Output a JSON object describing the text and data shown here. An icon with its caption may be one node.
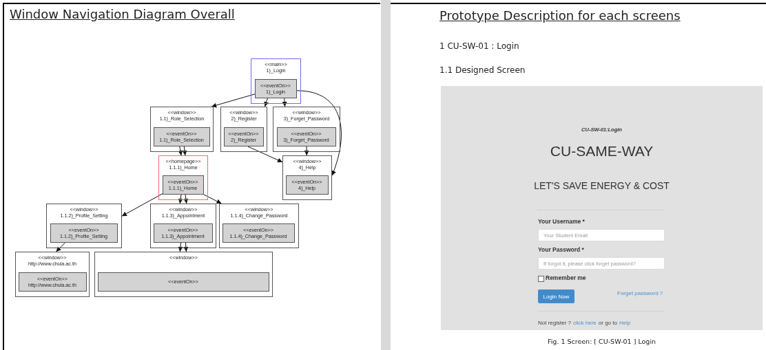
{
  "diagram": {
    "title": "Window Navigation Diagram Overall",
    "caption": "Fig. 1 Screen: [ CU-SW-01 ] Login",
    "nodes": [
      {
        "text": [
          "<<main>>",
          "1)_Login"
        ]
      },
      {
        "text": [
          "<<eventOn>>",
          "1)_Login"
        ],
        "in": 0
      },
      {
        "text": [
          "<<window>>",
          "1.1)_Role_Selection"
        ]
      },
      {
        "text": [
          "<<eventOn>>",
          "1.1)_Role_Selection"
        ],
        "in": 2
      },
      {
        "text": [
          "<<window>>",
          "2)_Register"
        ]
      },
      {
        "text": [
          "<<eventOn>>",
          "2)_Register"
        ],
        "in": 4
      },
      {
        "text": [
          "<<window>>",
          "3)_Forget_Password"
        ]
      },
      {
        "text": [
          "<<eventOn>>",
          "3)_Forget_Password"
        ],
        "in": 6
      },
      {
        "text": [
          "<<homepage>>",
          "1.1.1)_Home"
        ]
      },
      {
        "text": [
          "<<eventOn>>",
          "1.1.1)_Home"
        ],
        "in": 8
      },
      {
        "text": [
          "<<window>>",
          "4)_Help"
        ]
      },
      {
        "text": [
          "<<eventOn>>",
          "4)_Help"
        ],
        "in": 10
      },
      {
        "text": [
          "<<window>>",
          "1.1.2)_Profile_Setting"
        ]
      },
      {
        "text": [
          "<<eventOn>>",
          "1.1.2)_Profile_Setting"
        ],
        "in": 12
      },
      {
        "text": [
          "<<window>>",
          "1.1.3)_Appointment"
        ]
      },
      {
        "text": [
          "<<eventOn>>",
          "1.1.3)_Appointment"
        ],
        "in": 14
      },
      {
        "text": [
          "<<window>>",
          "1.1.4)_Change_Password"
        ]
      },
      {
        "text": [
          "<<eventOn>>",
          "1.1.4)_Change_Password"
        ],
        "in": 16
      },
      {
        "text": [
          "<<window>>",
          "http://www.chula.ac.th"
        ]
      },
      {
        "text": [
          "<<eventOn>>",
          "http://www.chula.ac.th"
        ],
        "in": 18
      },
      {
        "text": [
          "<<window>>"
        ]
      },
      {
        "text": [
          "<<eventOn>>"
        ],
        "in": 20
      }
    ],
    "edges": [
      {
        "from": 1,
        "to": 2,
        "arrow": "to"
      },
      {
        "from": 1,
        "to": 4,
        "arrow": "to"
      },
      {
        "from": 1,
        "to": 6,
        "arrow": "to"
      },
      {
        "from": 1,
        "to": 10,
        "arrow": "to"
      },
      {
        "from": 3,
        "to": 8,
        "arrow": "to"
      },
      {
        "from": 3,
        "to": 8,
        "arrow": "to"
      },
      {
        "from": 5,
        "to": 10,
        "arrow": "to"
      },
      {
        "from": 7,
        "to": 10,
        "arrow": "to"
      },
      {
        "from": 9,
        "to": 12,
        "arrow": "to"
      },
      {
        "from": 9,
        "to": 14,
        "arrow": "to"
      },
      {
        "from": 9,
        "to": 14,
        "arrow": "to"
      },
      {
        "from": 9,
        "to": 16,
        "arrow": "to"
      },
      {
        "from": 13,
        "to": 18,
        "arrow": "to"
      },
      {
        "from": 15,
        "to": 20,
        "arrow": "to"
      },
      {
        "from": 15,
        "to": 20,
        "arrow": "to"
      }
    ],
    "labels": [
      "Prototype Description for each screens",
      "1 CU-SW-01 : Login",
      "1.1 Designed Screen",
      "CU-SW-01:Login",
      "CU-SAME-WAY",
      "LET'S SAVE ENERGY & COST",
      "Your Username *",
      "Your Student Email",
      "Your Password *",
      "If forgot it, please click forget password?",
      "Remember me",
      "Login Now",
      "Forget password ?",
      "Not register ?",
      "click here",
      "or go to",
      "Help"
    ]
  }
}
